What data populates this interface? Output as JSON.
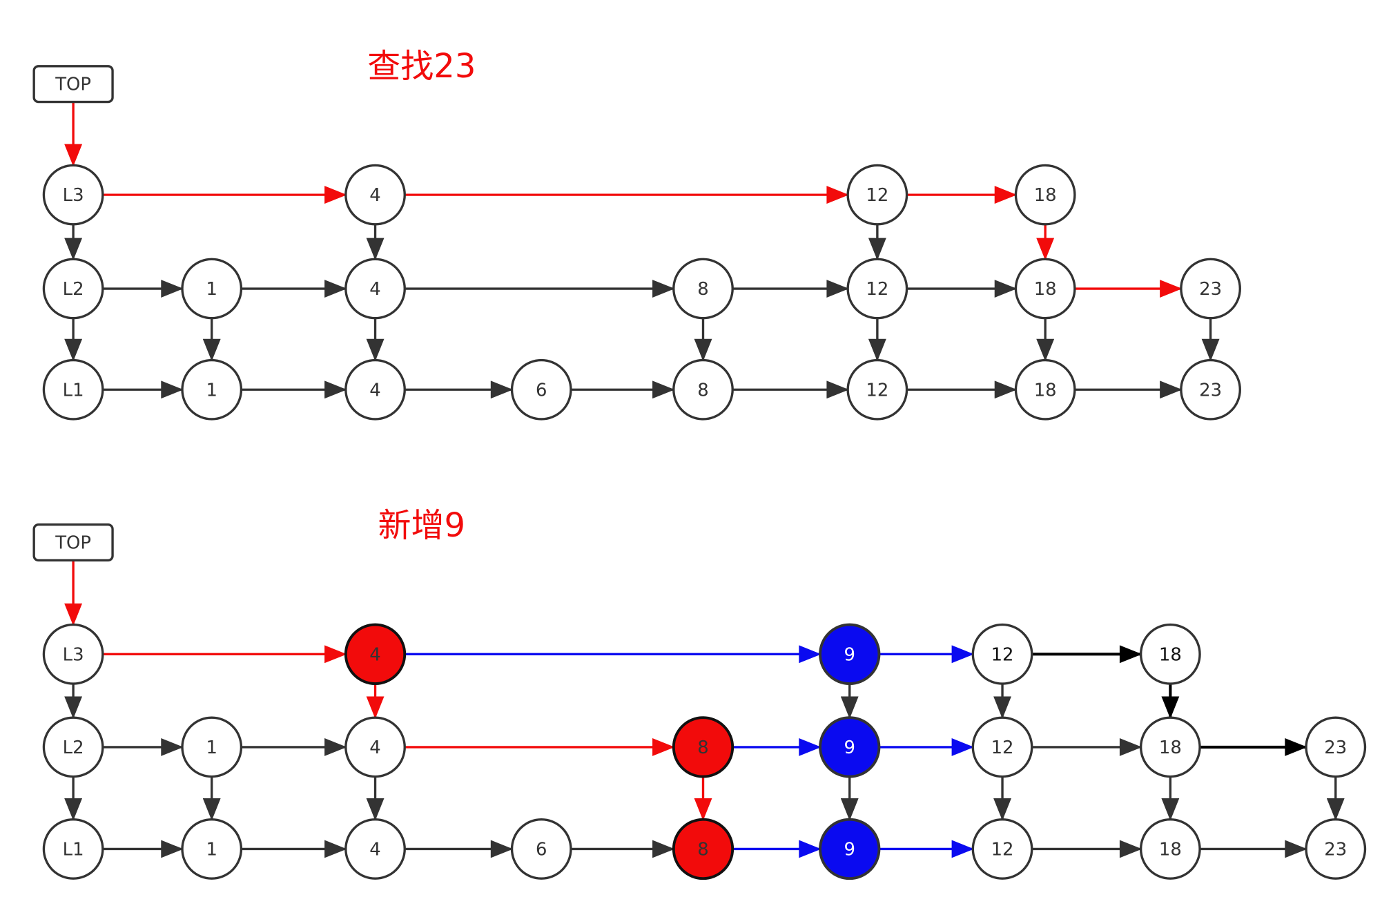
{
  "colors": {
    "path_red": "#f20b0b",
    "insert_blue": "#0a0af0",
    "node_stroke": "#333333",
    "default_arrow": "#333333",
    "strong_arrow": "#000000",
    "title_red": "#f20b0b"
  },
  "diagram_1": {
    "title": "查找23",
    "top_label": "TOP",
    "levels": [
      {
        "label": "L3",
        "nodes": [
          "4",
          "12",
          "18"
        ]
      },
      {
        "label": "L2",
        "nodes": [
          "1",
          "4",
          "8",
          "12",
          "18",
          "23"
        ]
      },
      {
        "label": "L1",
        "nodes": [
          "1",
          "4",
          "6",
          "8",
          "12",
          "18",
          "23"
        ]
      }
    ]
  },
  "diagram_2": {
    "title": "新增9",
    "top_label": "TOP",
    "levels": [
      {
        "label": "L3",
        "nodes": [
          "4",
          "9",
          "12",
          "18"
        ]
      },
      {
        "label": "L2",
        "nodes": [
          "1",
          "4",
          "8",
          "9",
          "12",
          "18",
          "23"
        ]
      },
      {
        "label": "L1",
        "nodes": [
          "1",
          "4",
          "6",
          "8",
          "9",
          "12",
          "18",
          "23"
        ]
      }
    ]
  }
}
